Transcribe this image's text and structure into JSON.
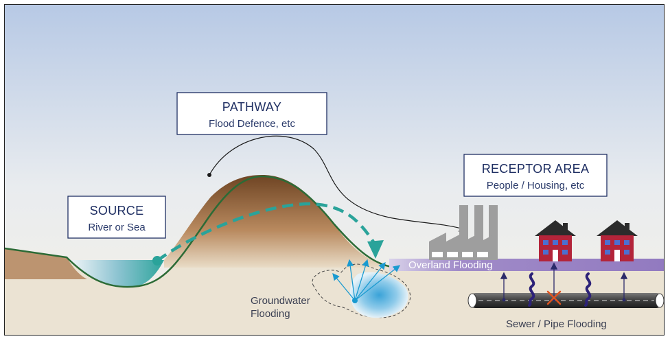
{
  "pathway": {
    "title": "PATHWAY",
    "subtitle": "Flood Defence, etc"
  },
  "source": {
    "title": "SOURCE",
    "subtitle": "River or Sea"
  },
  "receptor": {
    "title": "RECEPTOR AREA",
    "subtitle": "People / Housing, etc"
  },
  "labels": {
    "overland": "Overland Flooding",
    "groundwater_line1": "Groundwater",
    "groundwater_line2": "Flooding",
    "sewer": "Sewer / Pipe Flooding"
  },
  "colors": {
    "sky_top": "#b9cbe6",
    "sky_bottom": "#f3f1ea",
    "ground": "#e8dfcf",
    "hill": "#8a5a34",
    "hill_outline": "#2c6b36",
    "water": "#2fa39a",
    "flood_band": "#9a82c2",
    "house_red": "#b3243a",
    "roof": "#2b2b2b",
    "factory": "#9a9a9a",
    "box_border": "#1f2f63"
  },
  "icons": [
    "factory-icon",
    "house-icon",
    "arrow-icon",
    "blocked-x-icon",
    "pipe-icon"
  ]
}
